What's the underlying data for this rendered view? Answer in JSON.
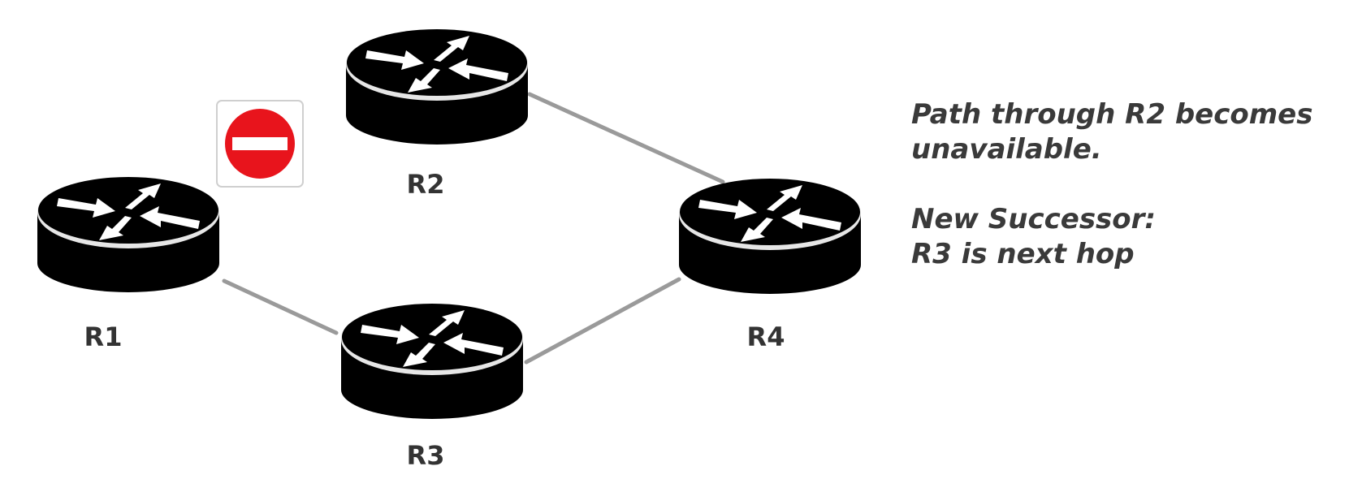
{
  "routers": [
    {
      "id": "R1",
      "label": "R1"
    },
    {
      "id": "R2",
      "label": "R2"
    },
    {
      "id": "R3",
      "label": "R3"
    },
    {
      "id": "R4",
      "label": "R4"
    }
  ],
  "links": [
    {
      "from": "R2",
      "to": "R4"
    },
    {
      "from": "R1",
      "to": "R3"
    },
    {
      "from": "R3",
      "to": "R4"
    }
  ],
  "failed_path": {
    "between": [
      "R1",
      "R2"
    ],
    "icon": "no-entry-icon"
  },
  "caption": {
    "line1": "Path through R2 becomes unavailable.",
    "line2": "New Successor:",
    "line3": "R3 is next hop"
  },
  "colors": {
    "router_body": "#000000",
    "router_arrows": "#ffffff",
    "link": "#9a9a9a",
    "no_entry_red": "#e8141c",
    "text": "#333333"
  }
}
